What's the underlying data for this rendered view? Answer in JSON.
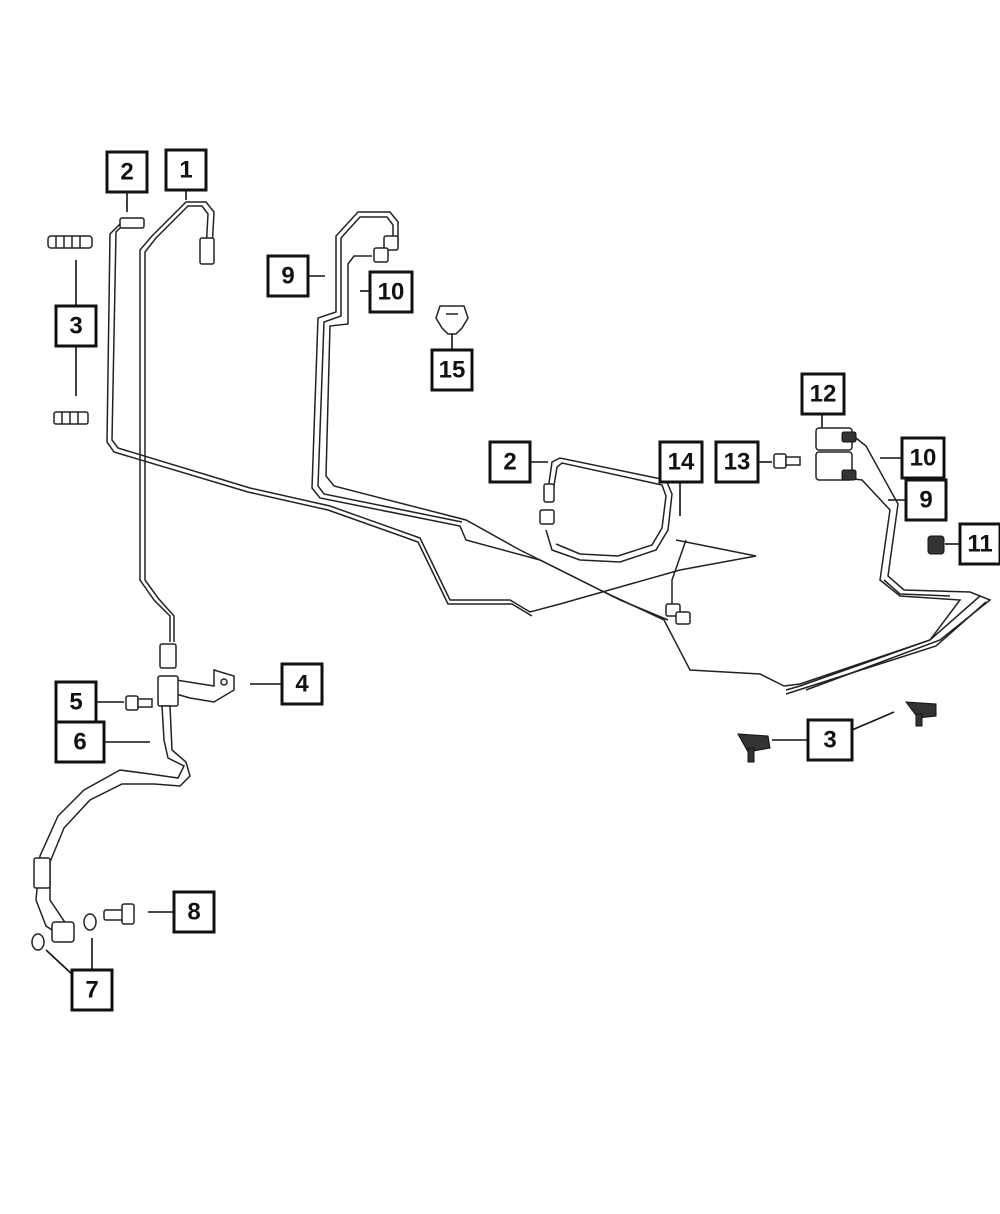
{
  "diagram": {
    "callouts": {
      "c1": "1",
      "c2a": "2",
      "c2b": "2",
      "c3a": "3",
      "c3b": "3",
      "c4": "4",
      "c5": "5",
      "c6": "6",
      "c7": "7",
      "c8": "8",
      "c9a": "9",
      "c9b": "9",
      "c10a": "10",
      "c10b": "10",
      "c11": "11",
      "c12": "12",
      "c13": "13",
      "c14": "14",
      "c15": "15"
    },
    "colors": {
      "line": "#222222",
      "box_border": "#111111",
      "background": "#ffffff"
    }
  }
}
